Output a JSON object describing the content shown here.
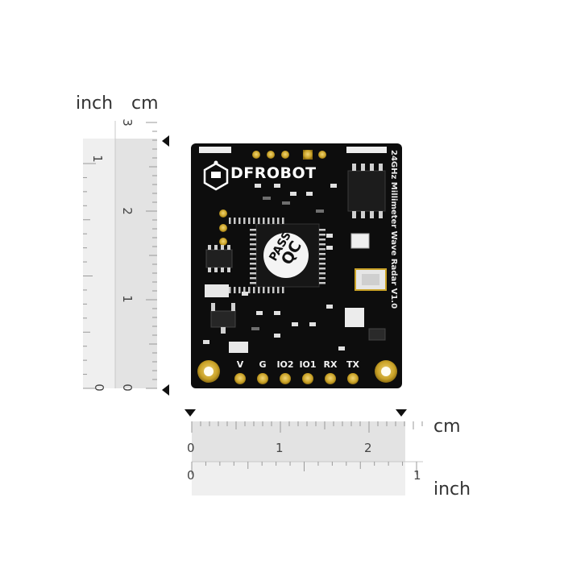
{
  "vertical_ruler": {
    "unit_inch": "inch",
    "unit_cm": "cm",
    "cm_labels": [
      "3",
      "2",
      "1",
      "0"
    ],
    "inch_labels": [
      "1",
      "0"
    ]
  },
  "horizontal_ruler": {
    "unit_cm": "cm",
    "unit_inch": "inch",
    "cm_labels": [
      "0",
      "1",
      "2"
    ],
    "inch_labels": [
      "0",
      "1"
    ]
  },
  "board": {
    "brand": "DFROBOT",
    "side_text": "24GHz Millimeter Wave Radar V1.0",
    "qc_stamp_line1": "PASS",
    "qc_stamp_line2": "QC",
    "pins": [
      "V",
      "G",
      "IO2",
      "IO1",
      "RX",
      "TX"
    ],
    "colors": {
      "pcb": "#0d0d0d",
      "gold": "#c9a227",
      "silk": "#ffffff"
    }
  }
}
